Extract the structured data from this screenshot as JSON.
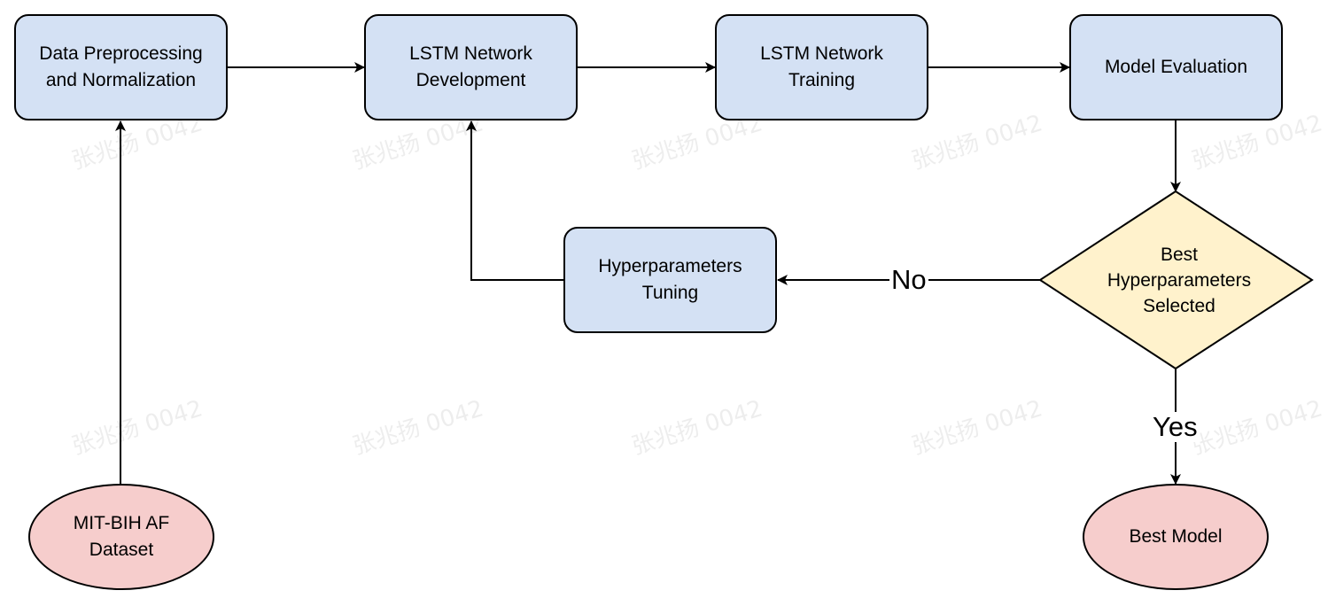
{
  "nodes": {
    "data_preprocessing": "Data Preprocessing\nand Normalization",
    "lstm_development": "LSTM Network\nDevelopment",
    "lstm_training": "LSTM Network\nTraining",
    "model_evaluation": "Model Evaluation",
    "best_hyperparameters": "Best\nHyperparameters\nSelected",
    "hyperparameters_tuning": "Hyperparameters\nTuning",
    "dataset": "MIT-BIH AF\nDataset",
    "best_model": "Best Model"
  },
  "edge_labels": {
    "no": "No",
    "yes": "Yes"
  },
  "watermark": "张兆扬 0042",
  "colors": {
    "process_fill": "#d4e1f4",
    "terminal_fill": "#f6cdcc",
    "decision_fill": "#fff2cc",
    "stroke": "#000000"
  }
}
